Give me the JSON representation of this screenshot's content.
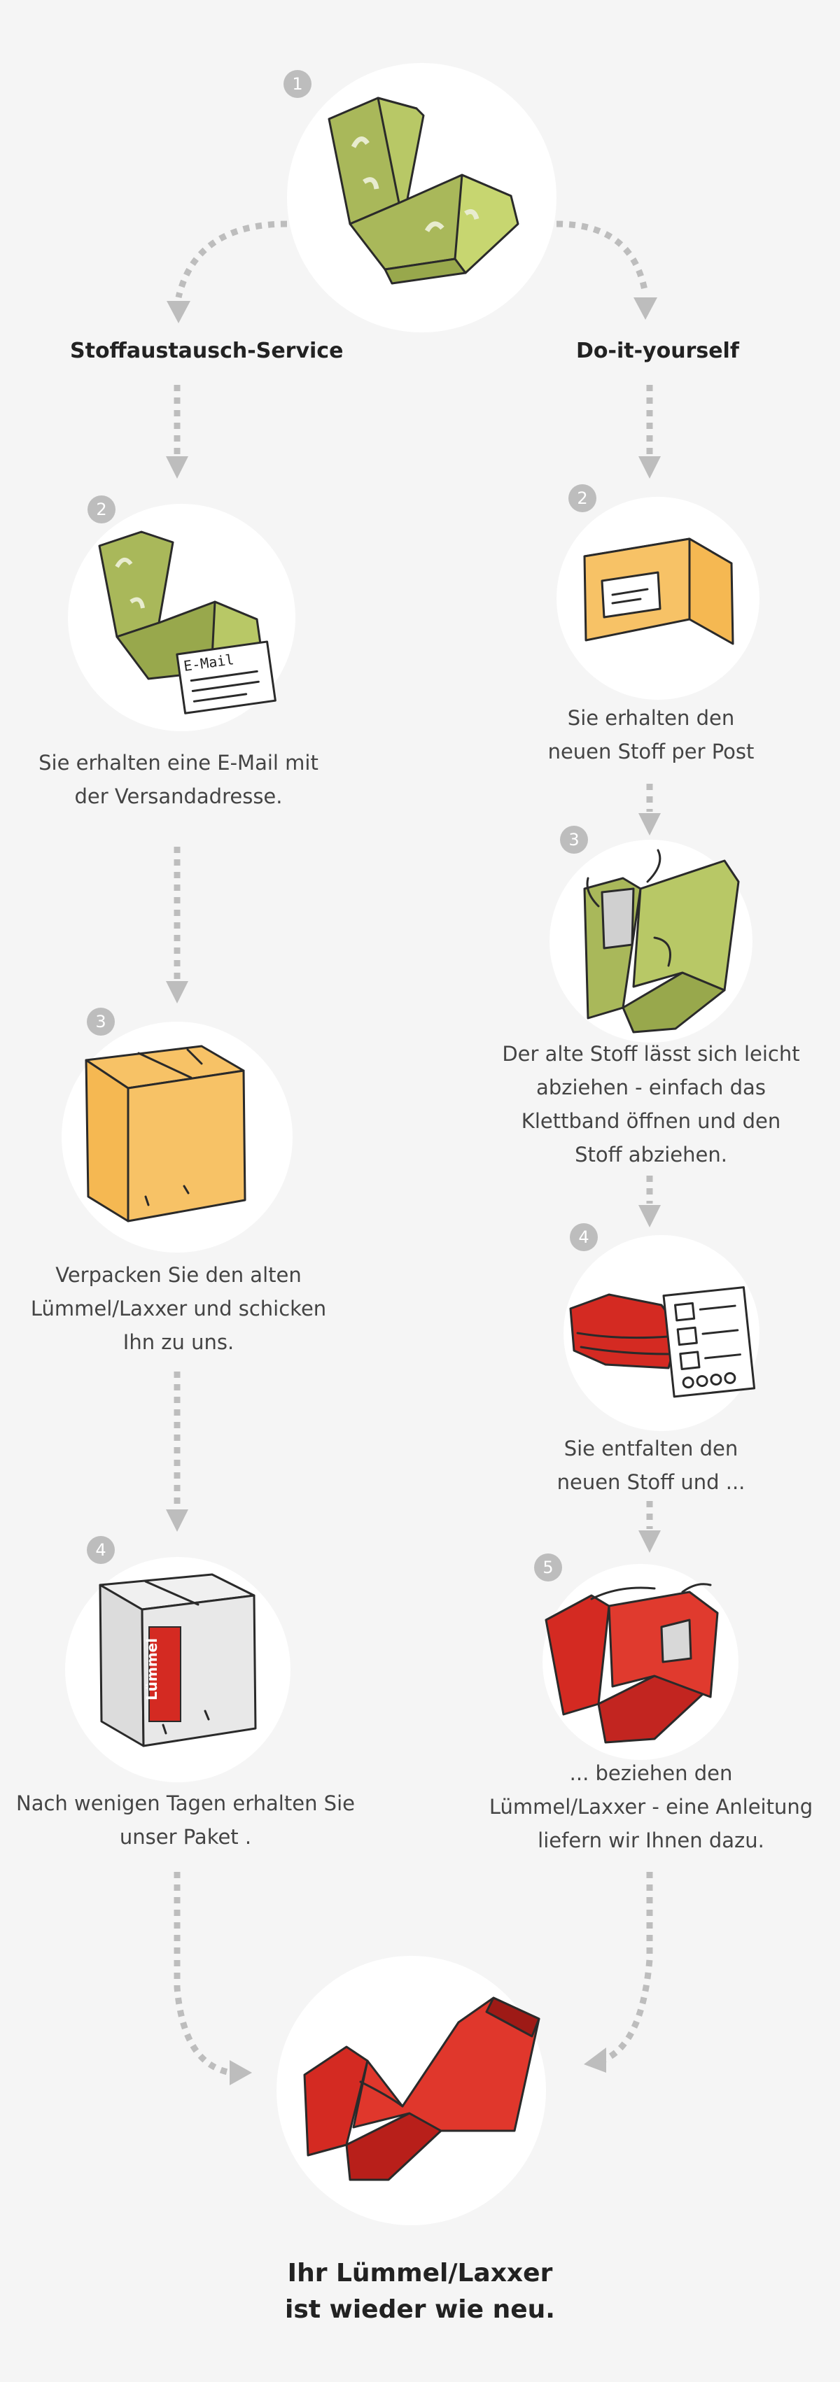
{
  "colors": {
    "background": "#f5f5f5",
    "arrow": "#bdbdbd",
    "badge": "#bdbdbd",
    "olive": "#a9b85a",
    "box": "#f7c266",
    "red": "#d42a22",
    "white_box": "#e6e6e6"
  },
  "steps": {
    "top_number": "1",
    "left": {
      "title": "Stoffaustausch-Service",
      "step2": {
        "number": "2",
        "line1": "Sie erhalten eine E-Mail mit",
        "line2": "der Versandadresse.",
        "email_label": "E-Mail"
      },
      "step3": {
        "number": "3",
        "line1": "Verpacken Sie den alten",
        "line2": "Lümmel/Laxxer und schicken",
        "line3": "Ihn zu uns."
      },
      "step4": {
        "number": "4",
        "line1": "Nach wenigen Tagen erhalten Sie",
        "line2": "unser Paket .",
        "brand_label": "Lümmel"
      }
    },
    "right": {
      "title": "Do-it-yourself",
      "step2": {
        "number": "2",
        "line1": "Sie erhalten den",
        "line2": "neuen Stoff per Post"
      },
      "step3": {
        "number": "3",
        "line1": "Der alte Stoff lässt sich leicht",
        "line2": "abziehen - einfach das",
        "line3": "Klettband öffnen und den",
        "line4": "Stoff abziehen."
      },
      "step4": {
        "number": "4",
        "line1": "Sie entfalten den",
        "line2": "neuen Stoff und ..."
      },
      "step5": {
        "number": "5",
        "line1": "... beziehen den",
        "line2": "Lümmel/Laxxer - eine Anleitung",
        "line3": "liefern wir Ihnen dazu."
      }
    },
    "final": {
      "line1": "Ihr Lümmel/Laxxer",
      "line2": "ist wieder wie neu."
    }
  },
  "icons": {
    "arrow": "dotted-arrow-icon",
    "badge": "step-number-badge"
  }
}
